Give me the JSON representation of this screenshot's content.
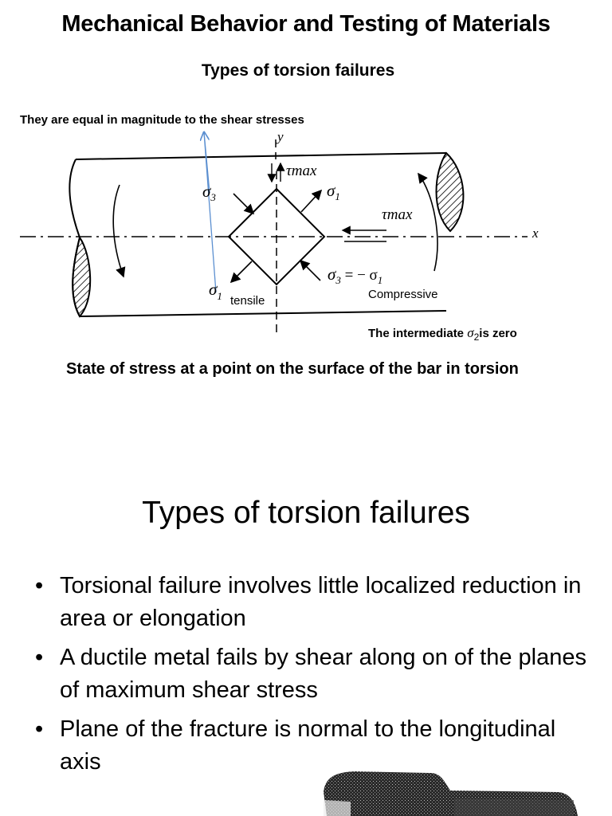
{
  "slide1": {
    "title": "Mechanical Behavior and Testing of Materials",
    "heading": "Types of torsion failures",
    "note_top": "They are equal in magnitude to the shear stresses",
    "note_sigma2_prefix": "The intermediate ",
    "note_sigma2_suffix": "is zero",
    "caption": "State of stress at a point on the surface of the bar in torsion",
    "diagram": {
      "axis_y": "y",
      "axis_x": "x",
      "tau_max_top": "τmax",
      "tau_max_right": "τmax",
      "sigma1_upper": "σ",
      "sigma1_upper_sub": "1",
      "sigma3_left": "σ",
      "sigma3_left_sub": "3",
      "sigma1_lower": "σ",
      "sigma1_lower_sub": "1",
      "sigma3_eq": "σ",
      "sigma3_eq_sub": "3",
      "sigma3_eq_rest": " = − σ",
      "sigma3_eq_sub2": "1",
      "tensile": "tensile",
      "compressive": "Compressive",
      "sigma2_symbol": "σ",
      "sigma2_sub": "2"
    }
  },
  "slide2": {
    "title": "Types of torsion failures",
    "bullets": [
      "Torsional failure involves little localized reduction in area or elongation",
      "A ductile metal fails by shear along on of the planes of maximum shear stress",
      "Plane of the fracture is normal to the longitudinal axis"
    ],
    "bullet_glyph": "•"
  },
  "colors": {
    "text": "#000000",
    "leader_line": "#5b8fd0"
  }
}
